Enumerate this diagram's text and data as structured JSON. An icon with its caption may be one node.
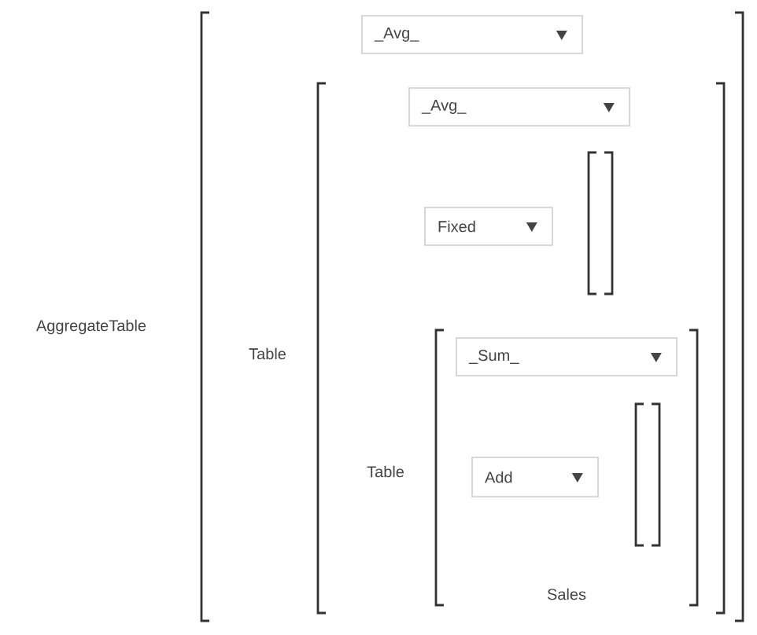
{
  "diagram": {
    "nodes": [
      {
        "text": [
          "AggregateTable"
        ]
      },
      {
        "text": [
          "_Avg_"
        ],
        "in": 0
      },
      {
        "text": [
          "Table"
        ],
        "in": 0
      },
      {
        "text": [
          "_Avg_"
        ],
        "in": 2
      },
      {
        "text": [
          "Fixed"
        ],
        "in": 2
      },
      {
        "text": [],
        "shape": "bracket",
        "in": 2
      },
      {
        "text": [
          "Table",
          "Sales"
        ],
        "in": 2
      },
      {
        "text": [
          "_Sum_"
        ],
        "in": 6
      },
      {
        "text": [
          "Add"
        ],
        "in": 6
      },
      {
        "text": [],
        "shape": "bracket",
        "in": 6
      }
    ]
  }
}
